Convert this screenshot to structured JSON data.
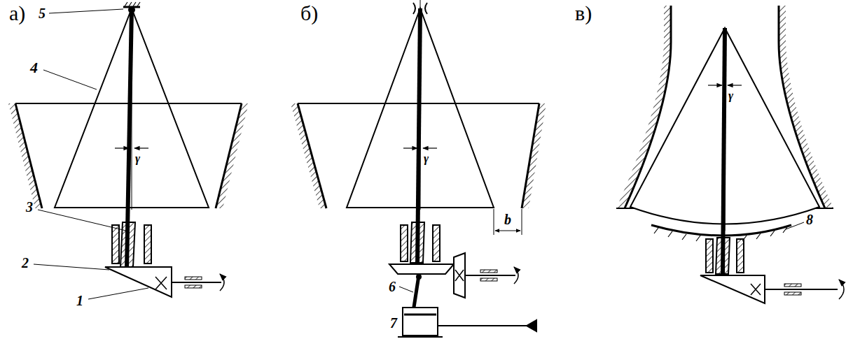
{
  "diagram": {
    "labels": [
      "а)",
      "5",
      "4",
      "γ",
      "3",
      "2",
      "1",
      "б)",
      "γ",
      "b",
      "6",
      "7",
      "в)",
      "γ",
      "8"
    ]
  }
}
